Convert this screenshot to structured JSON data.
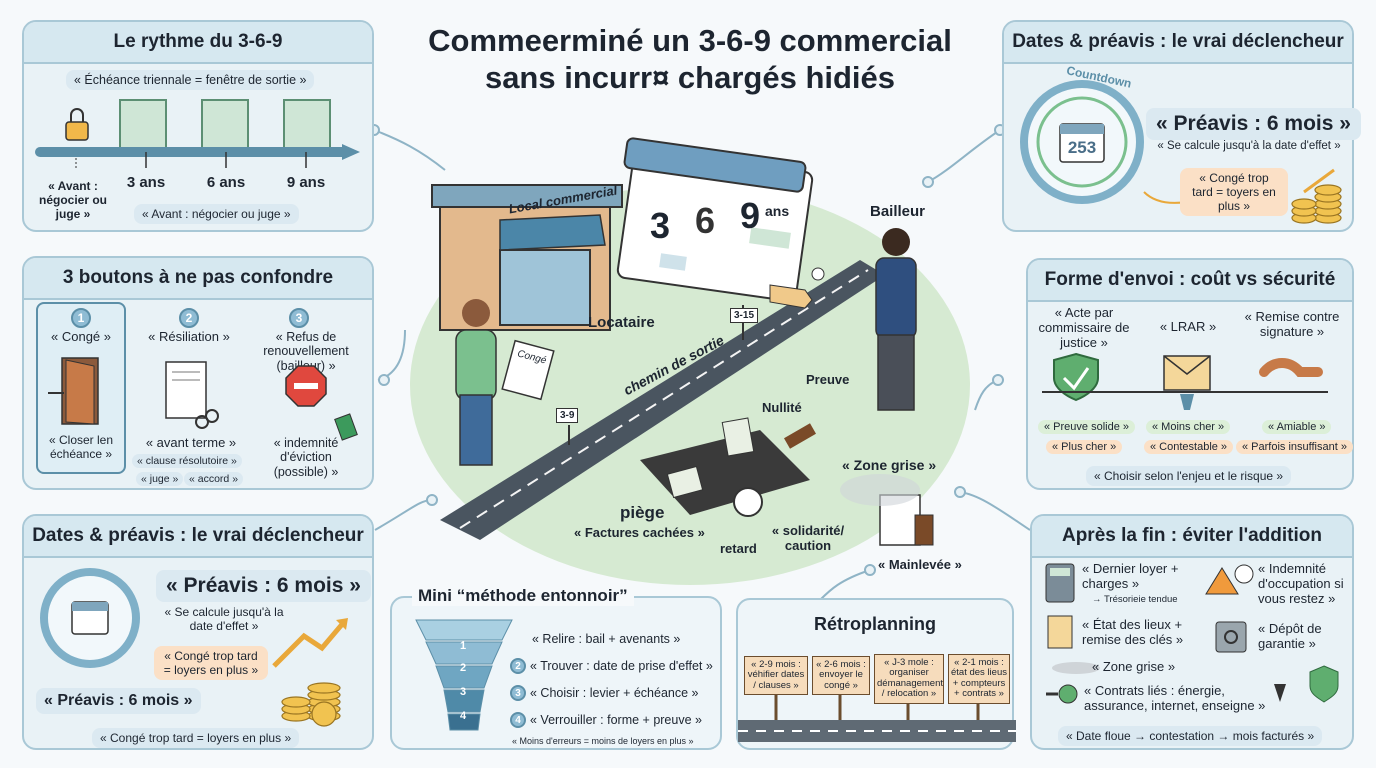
{
  "title": {
    "line1": "Commeerminé un 3-6-9 commercial",
    "line2": "sans incurr¤ chargés hidiés"
  },
  "rythme": {
    "header": "Le rythme du 3-6-9",
    "top_pill": "« Échéance triennale = fenêtre de sortie »",
    "avant": "« Avant : négocier ou juge »",
    "y3": "3 ans",
    "y6": "6 ans",
    "y9": "9 ans",
    "bottom_pill": "« Avant : négocier ou juge »"
  },
  "boutons": {
    "header": "3 boutons à ne pas confondre",
    "b1_num": "1",
    "b1_label": "« Congé »",
    "b1_sub": "« Closer len échéance »",
    "b2_num": "2",
    "b2_label": "« Résiliation »",
    "b2_sub": "« avant terme »",
    "b2_pill1": "« clause résolutoire »",
    "b2_pill2": "« juge »",
    "b2_pill3": "« accord »",
    "b3_num": "3",
    "b3_label": "« Refus de renouvellement (bailleur) »",
    "b3_sub": "« indemnité d'éviction (possible) »"
  },
  "dates_left": {
    "header": "Dates & préavis : le vrai déclencheur",
    "preavis": "« Préavis : 6 mois »",
    "calc": "« Se calcule jusqu'à la date d'effet »",
    "tard": "« Congé trop tard = loyers en plus »",
    "preavis2": "« Préavis : 6 mois »",
    "bottom": "« Congé trop tard = loyers en plus »"
  },
  "dates_right": {
    "header": "Dates & préavis : le vrai déclencheur",
    "countdown": "Countdown",
    "day": "253",
    "preavis": "« Préavis : 6 mois »",
    "calc": "« Se calcule jusqu'à la date d'effet »",
    "tard": "« Congé trop tard = toyers en plus »"
  },
  "forme": {
    "header": "Forme d'envoi : coût vs sécurité",
    "c1": "« Acte par commissaire de justice »",
    "c2": "« LRAR »",
    "c3": "« Remise contre signature »",
    "c1a": "« Preuve solide »",
    "c1b": "« Plus cher »",
    "c2a": "« Moins cher »",
    "c2b": "« Contestable »",
    "c3a": "« Amiable »",
    "c3b": "« Parfois insuffisant »",
    "bottom": "« Choisir selon l'enjeu et le risque »"
  },
  "apres": {
    "header": "Après la fin : éviter l'addition",
    "a1": "« Dernier loyer + charges »",
    "a1_sub": "→ Trésorieie tendue",
    "a2": "« Indemnité d'occupation si vous restez »",
    "a3": "« État des lieux + remise des clés »",
    "a4": "« Dépôt de garantie »",
    "a5": "« Zone grise »",
    "a6": "« Contrats liés : énergie, assurance, internet, enseigne »",
    "bottom": "« Date floue → contestation → mois facturés »"
  },
  "center": {
    "local": "Local commercial",
    "cal_3": "3",
    "cal_6": "6",
    "cal_9": "9",
    "cal_ans": "ans",
    "bailleur": "Bailleur",
    "locataire": "Locataire",
    "conge_paper": "Congé",
    "chemin": "chemin de sortie",
    "sign_315": "3-15",
    "sign_39": "3-9",
    "preuve": "Preuve",
    "nullite": "Nullité",
    "zone_grise": "« Zone grise »",
    "piege": "piège",
    "factures": "« Factures cachées »",
    "retard": "retard",
    "solidarite": "« solidarité/ caution",
    "mainlevee": "« Mainlevée »"
  },
  "entonnoir": {
    "header": "Mini “méthode entonnoir”",
    "s1": "« Relire : bail + avenants »",
    "s2": "« Trouver : date de prise d'effet »",
    "s3": "« Choisir : levier + échéance »",
    "s4": "« Verrouiller : forme + preuve »",
    "n1": "1",
    "n2": "2",
    "n3": "3",
    "n4": "4",
    "footer": "« Moins d'erreurs = moins de loyers en plus »"
  },
  "retro": {
    "header": "Rétroplanning",
    "p1": "« 2-9 mois : véhifier dates / clauses »",
    "p2": "« 2-6 mois : envoyer le congé »",
    "p3": "« J-3 mole : organiser démanagement / relocation »",
    "p4": "« 2-1 mois : état des lieus + compteurs + contrats »"
  },
  "colors": {
    "panel": "#e9f2f6",
    "border": "#a9c8d6",
    "head": "#d6e8f0",
    "accent": "#5c8fa8",
    "road": "#4a5560",
    "grass": "#d6ead2"
  }
}
